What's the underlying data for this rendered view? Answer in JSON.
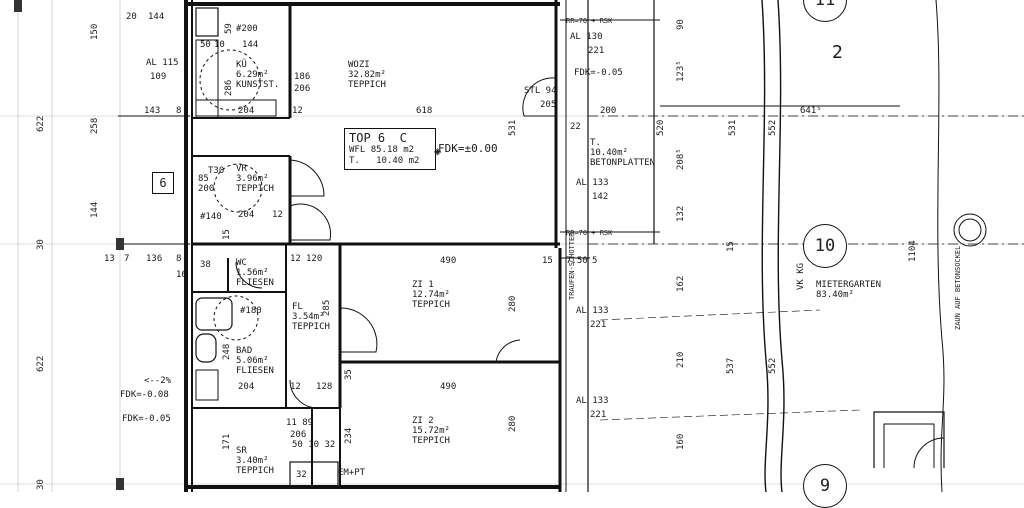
{
  "plan": {
    "top_label": {
      "line1": "TOP 6",
      "line1b": "C",
      "wfl_label": "WFL",
      "wfl_value": "85.18 m2",
      "t_label": "T.",
      "t_value": "10.40 m2"
    },
    "fdk_main": "FDK=±0.00",
    "unit_number": "6",
    "section_marks": {
      "top": "11",
      "mid": "10",
      "bottom": "9",
      "two": "2"
    },
    "rooms": [
      {
        "id": "wozi",
        "name": "WOZI",
        "area": "32.82m²",
        "floor": "TEPPICH"
      },
      {
        "id": "ku",
        "name": "KÜ",
        "area": "6.29m²",
        "floor": "KUNSTST."
      },
      {
        "id": "vr",
        "name": "VR",
        "area": "3.96m²",
        "floor": "TEPPICH"
      },
      {
        "id": "wc",
        "name": "WC",
        "area": "1.56m²",
        "floor": "FLIESEN"
      },
      {
        "id": "fl",
        "name": "FL",
        "area": "3.54m²",
        "floor": "TEPPICH"
      },
      {
        "id": "bad",
        "name": "BAD",
        "area": "5.06m²",
        "floor": "FLIESEN"
      },
      {
        "id": "sr",
        "name": "SR",
        "area": "3.40m²",
        "floor": "TEPPICH"
      },
      {
        "id": "zi1",
        "name": "ZI 1",
        "area": "12.74m²",
        "floor": "TEPPICH"
      },
      {
        "id": "zi2",
        "name": "ZI 2",
        "area": "15.72m²",
        "floor": "TEPPICH"
      },
      {
        "id": "terrace",
        "name": "T.",
        "area": "10.40m²",
        "floor": "BETONPLATTEN"
      },
      {
        "id": "garden",
        "name": "MIETERGARTEN",
        "area": "83.40m²",
        "floor": ""
      }
    ],
    "labels": {
      "al115": "AL 115",
      "n109": "109",
      "al130": "AL 130",
      "n221a": "221",
      "fdk005": "FDK=-0.05",
      "stl94": "STL 94",
      "n205": "205",
      "n200": "200",
      "al133a": "AL 133",
      "n142": "142",
      "al133b": "AL 133",
      "n221b": "221",
      "al133c": "AL 133",
      "n221c": "221",
      "fdk008": "FDK=-0.08",
      "fdk005b": "FDK=-0.05",
      "minus2": "<--2%",
      "t30": "T30",
      "n85": "85",
      "n200b": "200",
      "w200": "#200",
      "w140": "#140",
      "w180": "#180",
      "emp": "EM+PT",
      "vkkg": "VK KG",
      "traufen": "TRAUFEN-SCHOTTER",
      "zaun": "ZAUN AUF BETONSOCKEL",
      "rsk1": "RR=70 + RSK",
      "rsk2": "RR=70 + RSK"
    },
    "dims": {
      "d20": "20",
      "d144a": "144",
      "d150": "150",
      "d622a": "622",
      "d258": "258",
      "d143": "143",
      "d8a": "8",
      "d618": "618",
      "d531a": "531",
      "d22": "22",
      "d520": "520",
      "d531b": "531",
      "d552a": "552",
      "d641": "641⁵",
      "d1104": "1104",
      "d123": "123⁵",
      "d90": "90",
      "d208": "208⁵",
      "d132": "132",
      "d15a": "15",
      "d144b": "144",
      "d30a": "30",
      "d13": "13",
      "d7": "7",
      "d136": "136",
      "d8b": "8",
      "d16": "16",
      "d38": "38",
      "d12a": "12",
      "d120": "120",
      "d490a": "490",
      "d15b": "15",
      "d750": "7.50",
      "d5": "5",
      "d280a": "280",
      "d162": "162",
      "d622b": "622",
      "d210": "210",
      "d537": "537",
      "d552b": "552",
      "d285": "285",
      "d248": "248",
      "d204a": "204",
      "d204b": "204",
      "d204c": "204",
      "d12b": "12",
      "d12c": "12",
      "d186": "186",
      "d206": "206",
      "d286": "286",
      "d50": "50",
      "d10": "10",
      "d59": "59",
      "d144c": "144",
      "d12d": "12",
      "d128": "128",
      "d35": "35",
      "d490b": "490",
      "d280b": "280",
      "d189": "11 89",
      "d206b": "206",
      "d171": "171",
      "d234": "234",
      "d160": "160",
      "d30b": "30",
      "d15c": "15",
      "d32": "32",
      "d50b": "50 10 32"
    }
  }
}
